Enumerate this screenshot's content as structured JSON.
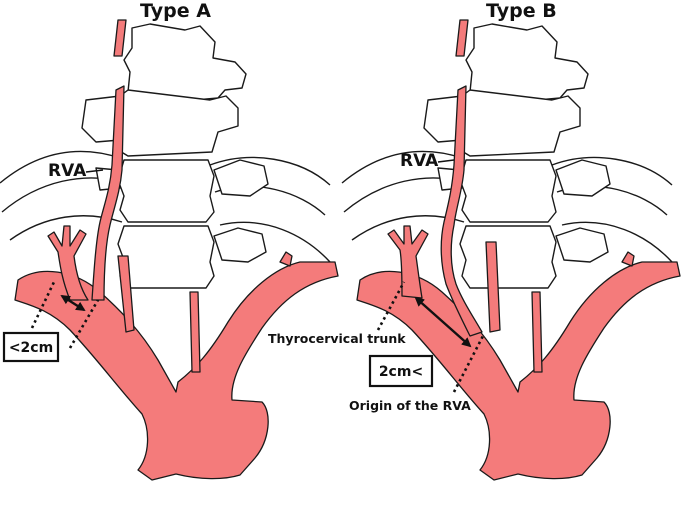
{
  "panels": [
    {
      "title": "Type A",
      "rva_label": "RVA",
      "distance_label": "<2cm"
    },
    {
      "title": "Type B",
      "rva_label": "RVA",
      "distance_label": "2cm<",
      "annotations": {
        "thyrocervical": "Thyrocervical trunk",
        "origin": "Origin of the RVA"
      }
    }
  ],
  "colors": {
    "artery": "#f47b7b",
    "outline": "#1a1a1a",
    "bone": "#ffffff"
  }
}
